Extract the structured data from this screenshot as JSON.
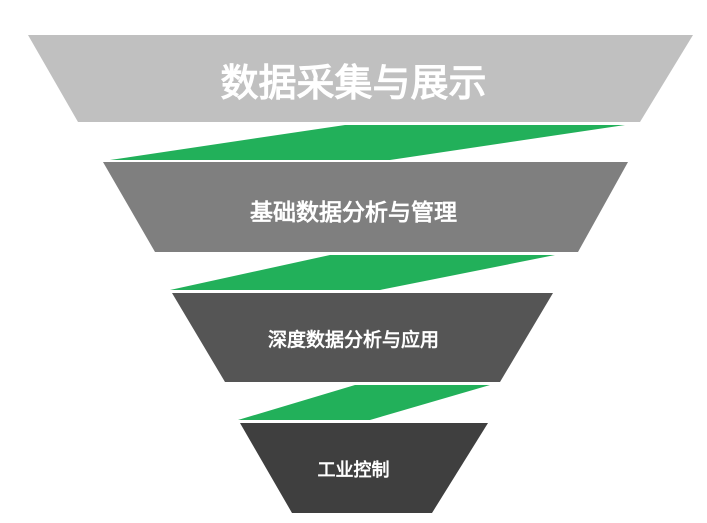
{
  "layers": [
    {
      "label": "数据采集与展示",
      "color": "#c0c0c0"
    },
    {
      "label": "基础数据分析与管理",
      "color": "#7f7f7f"
    },
    {
      "label": "深度数据分析与应用",
      "color": "#555555"
    },
    {
      "label": "工业控制",
      "color": "#3f3f3f"
    }
  ],
  "connector_color": "#22b05a"
}
